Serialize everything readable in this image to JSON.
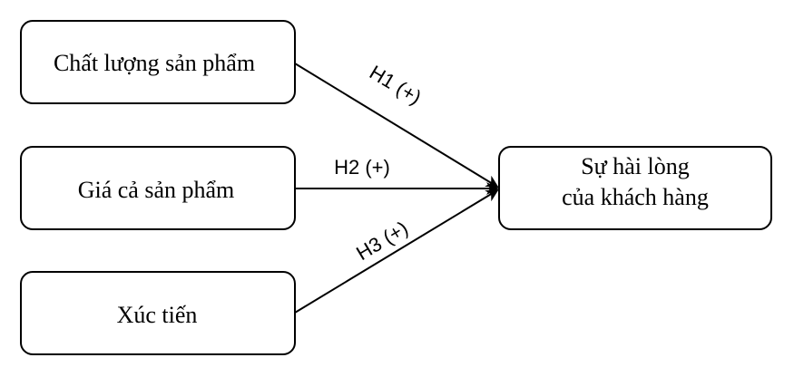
{
  "nodes": {
    "quality": {
      "label": "Chất lượng sản phẩm"
    },
    "price": {
      "label": "Giá cả sản phẩm"
    },
    "promotion": {
      "label": "Xúc tiến"
    },
    "satisfaction": {
      "line1": "Sự hài lòng",
      "line2": "của khách hàng"
    }
  },
  "edges": {
    "h1": {
      "label": "H1 (+)"
    },
    "h2": {
      "label": "H2 (+)"
    },
    "h3": {
      "label": "H3 (+)"
    }
  },
  "colors": {
    "stroke": "#000000",
    "fill": "#ffffff"
  }
}
